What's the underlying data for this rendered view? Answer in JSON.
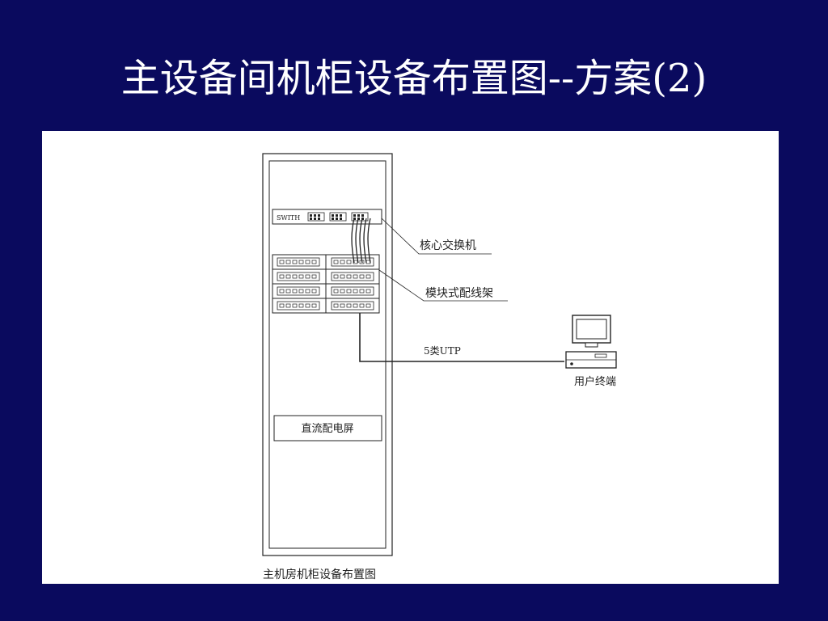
{
  "slide": {
    "title": "主设备间机柜设备布置图--方案(2)"
  },
  "diagram": {
    "switch_label": "SWITH",
    "core_switch_label": "核心交换机",
    "patch_panel_label": "模块式配线架",
    "cable_label": "5类UTP",
    "terminal_label": "用户终端",
    "dc_power_label": "直流配电屏",
    "caption": "主机房机柜设备布置图"
  },
  "colors": {
    "background": "#0a0a5e",
    "panel": "#ffffff",
    "title_text": "#ffffff",
    "line": "#222222"
  }
}
